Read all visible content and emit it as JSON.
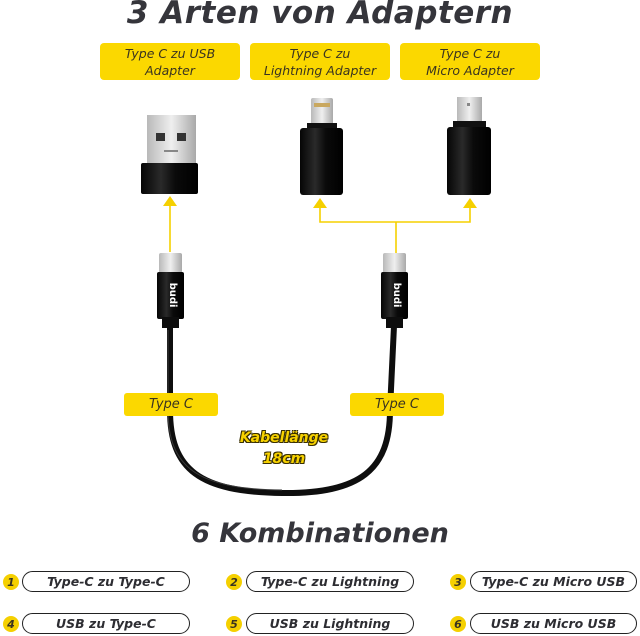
{
  "header": {
    "title": "3 Arten von Adaptern"
  },
  "adapters": [
    {
      "line1": "Type C zu USB",
      "line2": "Adapter",
      "icon": "usb-a-adapter-icon"
    },
    {
      "line1": "Type C zu",
      "line2": "Lightning Adapter",
      "icon": "lightning-adapter-icon"
    },
    {
      "line1": "Type C zu",
      "line2": "Micro Adapter",
      "icon": "micro-usb-adapter-icon"
    }
  ],
  "cable": {
    "brand": "budi",
    "left_end_label": "Type C",
    "right_end_label": "Type C",
    "length_label": "Kabellänge",
    "length_value": "18cm"
  },
  "combinations": {
    "title": "6 Kombinationen",
    "items": [
      {
        "num": "1",
        "label": "Type-C zu Type-C"
      },
      {
        "num": "2",
        "label": "Type-C zu Lightning"
      },
      {
        "num": "3",
        "label": "Type-C zu Micro USB"
      },
      {
        "num": "4",
        "label": "USB zu Type-C"
      },
      {
        "num": "5",
        "label": "USB zu Lightning"
      },
      {
        "num": "6",
        "label": "USB zu Micro USB"
      }
    ]
  },
  "colors": {
    "accent": "#fbd800",
    "text": "#35353b",
    "cable": "#111111",
    "arrow": "#f5d000"
  }
}
